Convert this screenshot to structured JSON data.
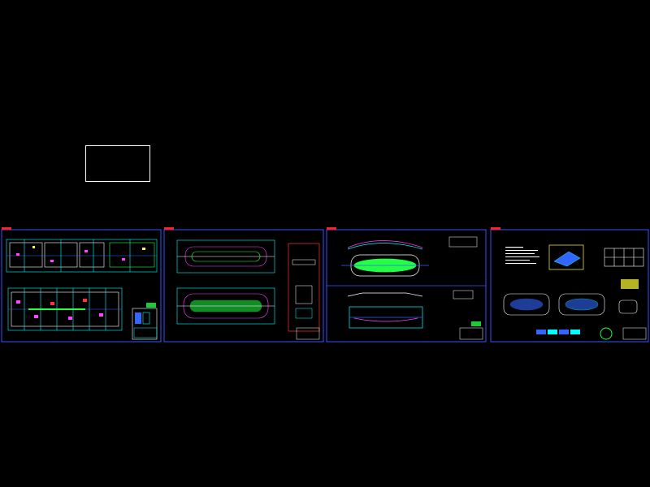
{
  "app": {
    "background": "#000000"
  },
  "colors": {
    "frame": "#3355ff",
    "title_tab": "#ff2222",
    "cyan": "#00ffff",
    "white": "#ffffff",
    "green": "#22ff44",
    "magenta": "#ff44ff",
    "yellow": "#ffff33",
    "red": "#ff3333",
    "blue": "#3366ff"
  },
  "sheets": [
    {
      "id": "sheet-1",
      "kind": "floor-plan-pair"
    },
    {
      "id": "sheet-2",
      "kind": "floor-plan-with-details"
    },
    {
      "id": "sheet-3",
      "kind": "elevation-and-section"
    },
    {
      "id": "sheet-4",
      "kind": "details-and-legend"
    }
  ]
}
